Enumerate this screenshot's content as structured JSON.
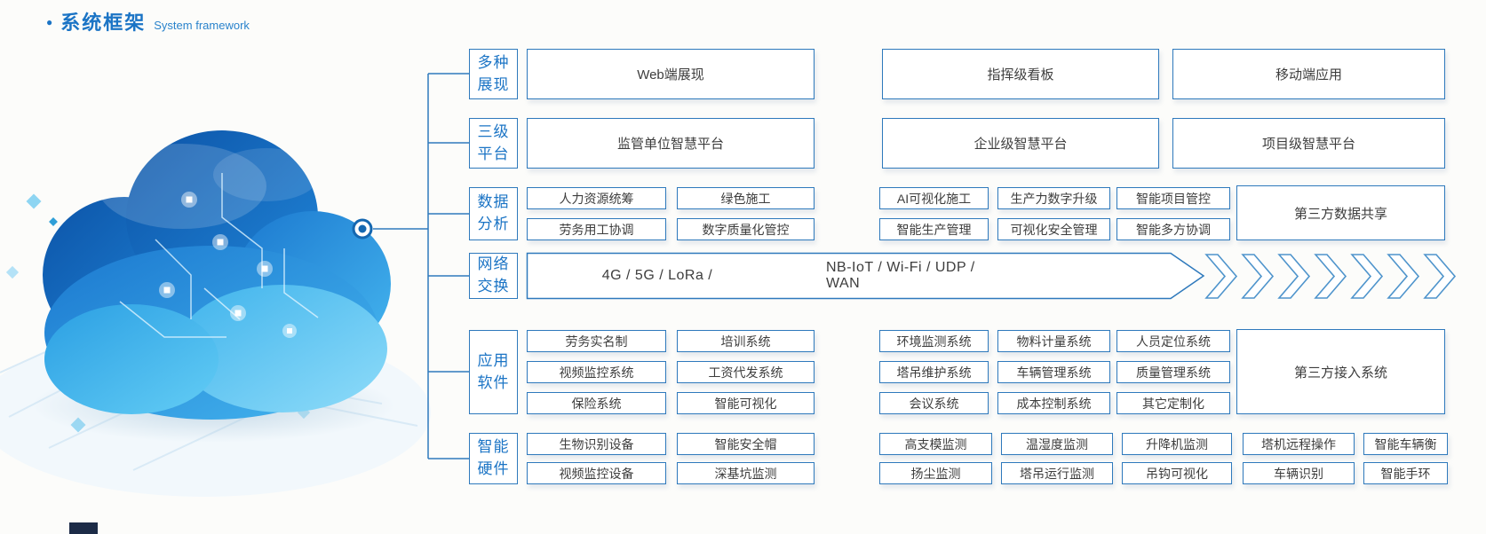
{
  "title": {
    "bullet": "●",
    "zh": "系统框架",
    "en": "System framework"
  },
  "colors": {
    "accent_blue": "#1b74c5",
    "box_border": "#2e79bc",
    "cell_text": "#3d3d3d",
    "chevron_blue": "#4e94cc"
  },
  "sections": [
    {
      "id": "multi-display",
      "label": "多种\n展现",
      "cells": [
        "Web端展现",
        "指挥级看板",
        "移动端应用"
      ]
    },
    {
      "id": "three-level-platform",
      "label": "三级\n平台",
      "cells": [
        "监管单位智慧平台",
        "企业级智慧平台",
        "项目级智慧平台"
      ]
    },
    {
      "id": "data-analysis",
      "label": "数据\n分析",
      "rows": [
        [
          "人力资源统筹",
          "绿色施工",
          "AI可视化施工",
          "生产力数字升级",
          "智能项目管控"
        ],
        [
          "劳务用工协调",
          "数字质量化管控",
          "智能生产管理",
          "可视化安全管理",
          "智能多方协调"
        ]
      ],
      "side": "第三方数据共享"
    },
    {
      "id": "network-exchange",
      "label": "网络\n交换",
      "text_left": "4G / 5G / LoRa /",
      "text_right": "NB-IoT / Wi-Fi / UDP / WAN"
    },
    {
      "id": "application-software",
      "label": "应用\n软件",
      "rows": [
        [
          "劳务实名制",
          "培训系统",
          "环境监测系统",
          "物料计量系统",
          "人员定位系统"
        ],
        [
          "视频监控系统",
          "工资代发系统",
          "塔吊维护系统",
          "车辆管理系统",
          "质量管理系统"
        ],
        [
          "保险系统",
          "智能可视化",
          "会议系统",
          "成本控制系统",
          "其它定制化"
        ]
      ],
      "side": "第三方接入系统"
    },
    {
      "id": "smart-hardware",
      "label": "智能\n硬件",
      "rows": [
        [
          "生物识别设备",
          "智能安全帽",
          "高支模监测",
          "温湿度监测",
          "升降机监测",
          "塔机远程操作",
          "智能车辆衡"
        ],
        [
          "视频监控设备",
          "深基坑监测",
          "扬尘监测",
          "塔吊运行监测",
          "吊钩可视化",
          "车辆识别",
          "智能手环"
        ]
      ]
    }
  ]
}
